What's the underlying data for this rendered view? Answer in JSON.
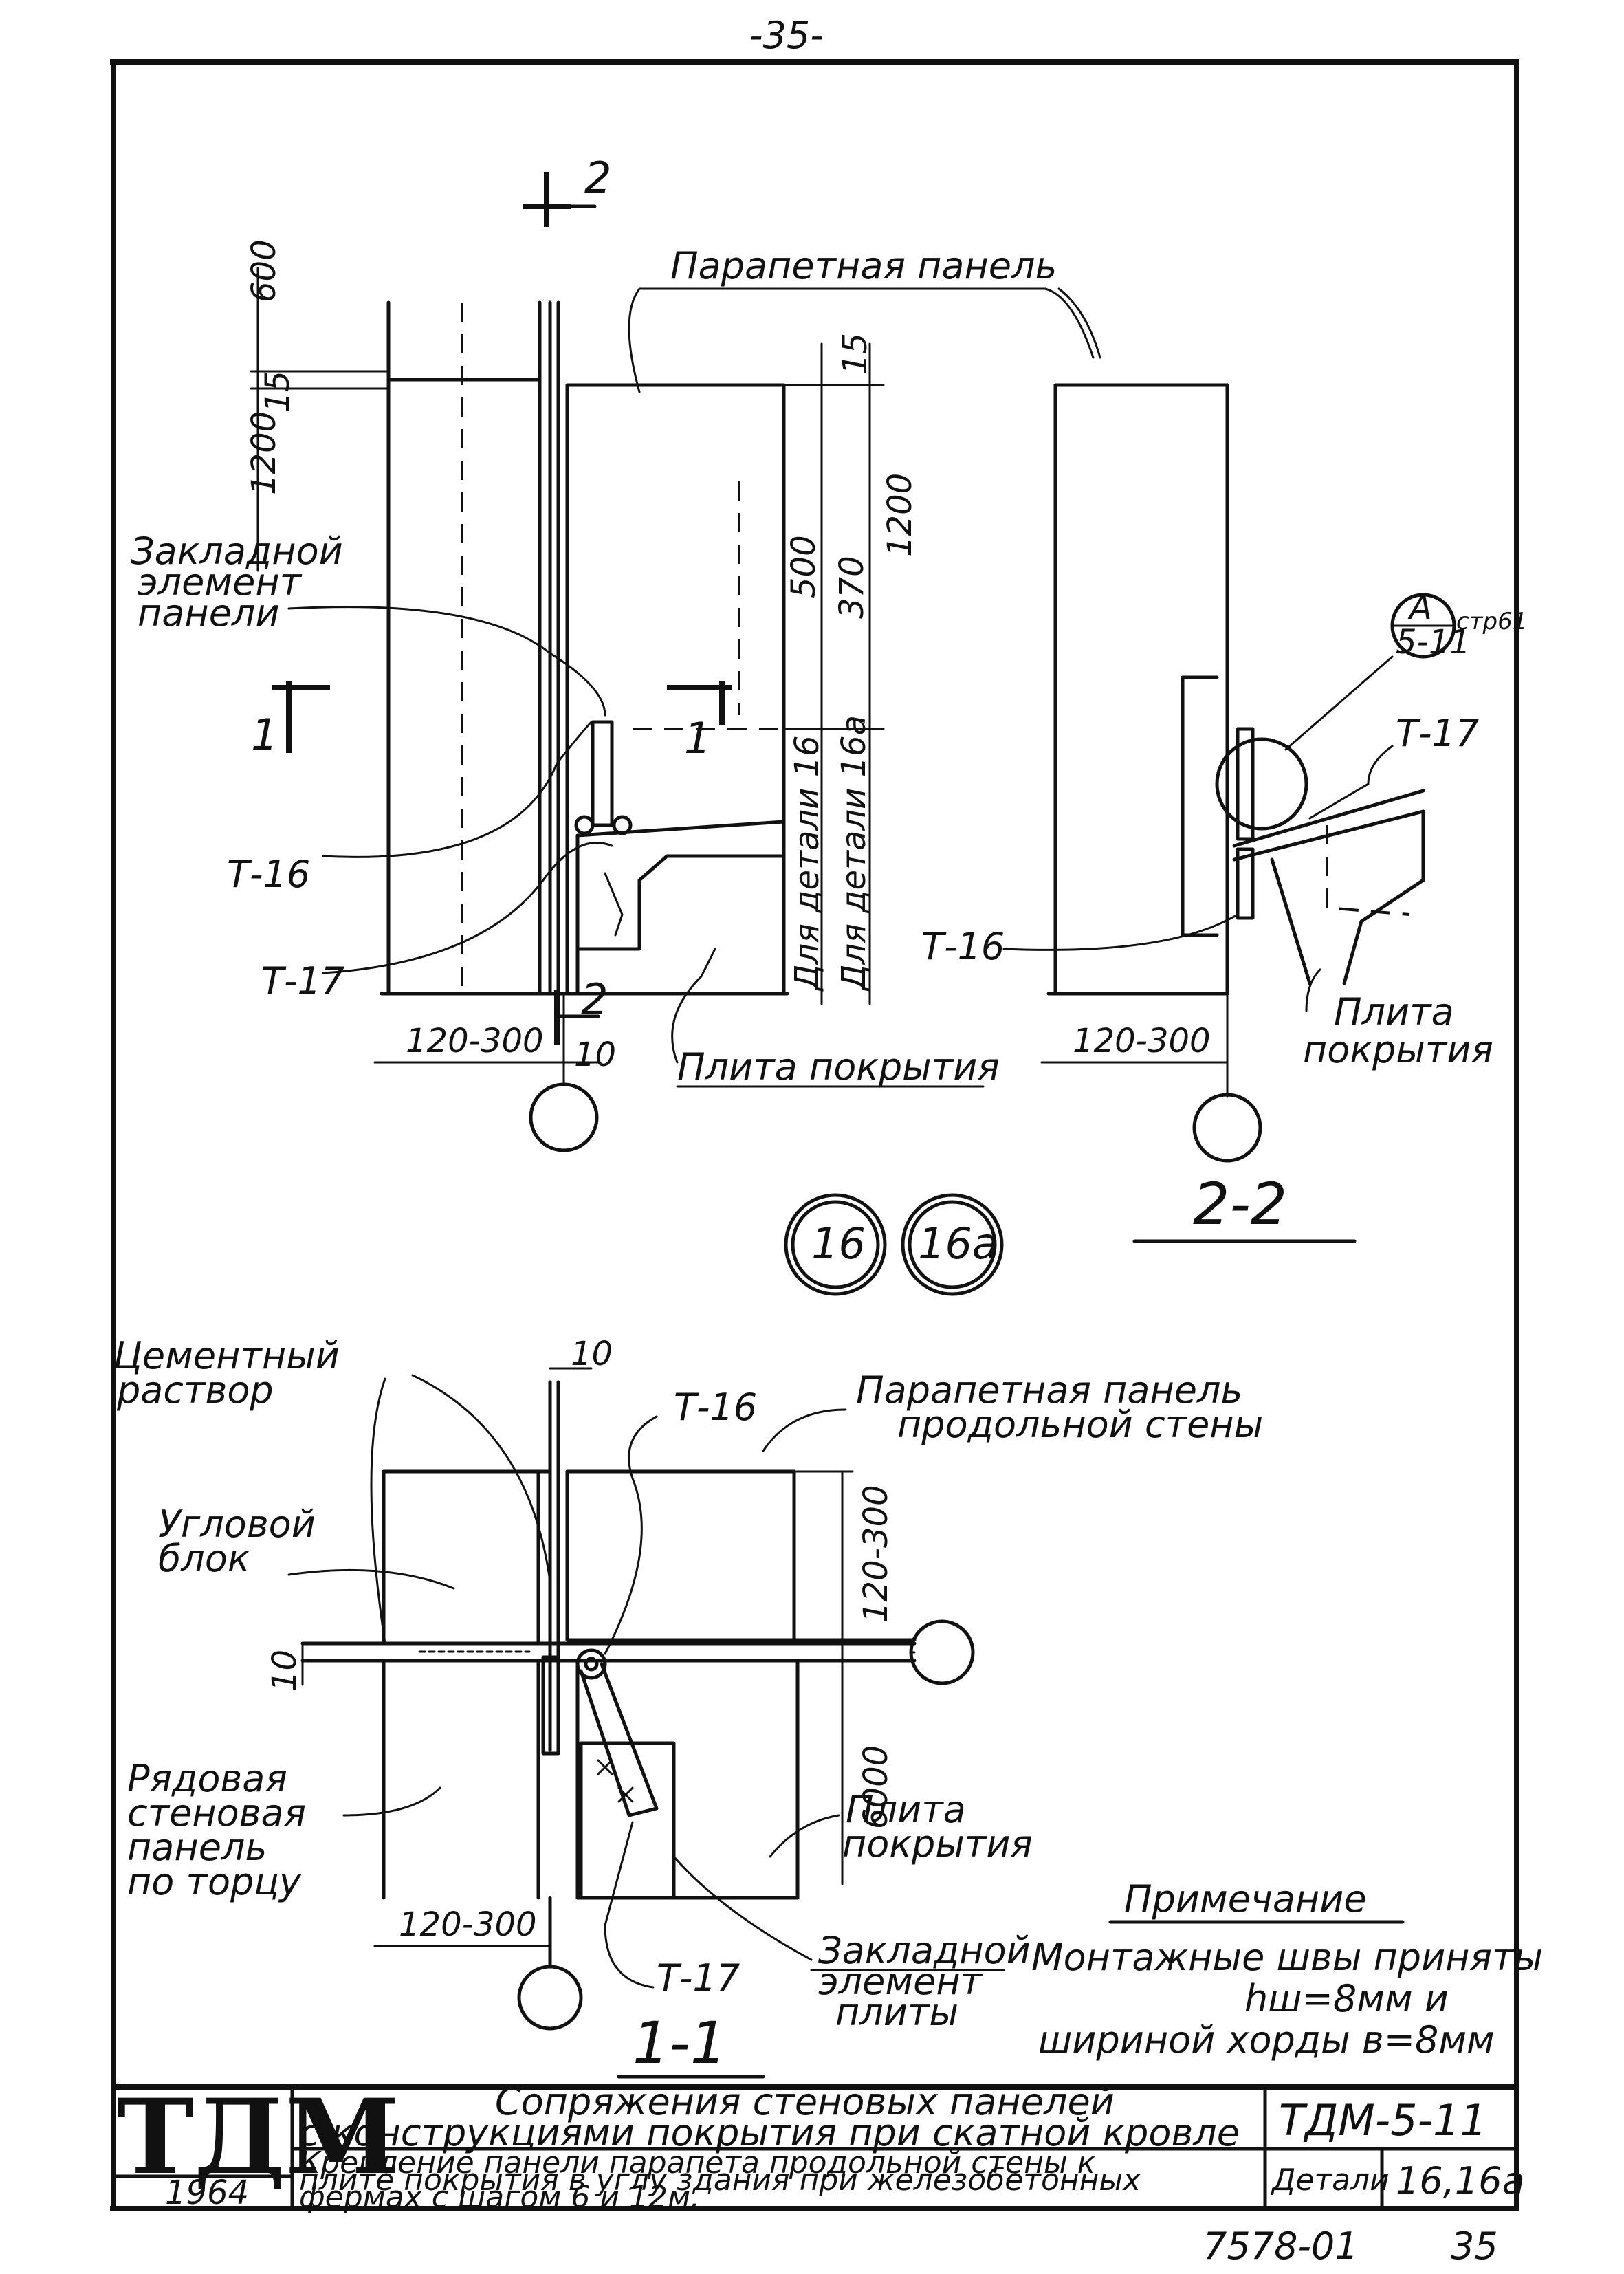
{
  "page": {
    "top_number": "-35-",
    "bottom_code": "7578-01",
    "bottom_page": "35"
  },
  "top_left_view": {
    "section_mark_top": "2",
    "section_mark_bottom": "2",
    "section_mark_left": "1",
    "section_mark_mid": "1",
    "dim_600": "600",
    "dim_15_left": "15",
    "dim_1200_left": "1200",
    "dim_15_right": "15",
    "dim_500": "500",
    "dim_370": "370",
    "dim_1200_right": "1200",
    "detail_16": "Для детали 16",
    "detail_16a": "Для детали 16а",
    "parapet_panel": "Парапетная панель",
    "embedded_element": [
      "Закладной",
      "элемент",
      "панели"
    ],
    "t16": "Т-16",
    "t17": "Т-17",
    "dim_120_300": "120-300",
    "dim_10": "10",
    "roof_slab": "Плита покрытия"
  },
  "view_2_2": {
    "callout_top": "А",
    "callout_bottom": "5-11",
    "callout_page": "стр61",
    "t17": "Т-17",
    "t16": "Т-16",
    "dim_120_300": "120-300",
    "roof_slab": [
      "Плита",
      "покрытия"
    ],
    "section_title": "2-2"
  },
  "detail_marks": [
    "16",
    "16а"
  ],
  "view_1_1": {
    "cement_mortar": [
      "Цементный",
      "раствор"
    ],
    "dim_10_top": "10",
    "t16": "Т-16",
    "parapet_long_wall": [
      "Парапетная панель",
      "продольной стены"
    ],
    "corner_block": [
      "Угловой",
      "блок"
    ],
    "dim_120_300_v": "120-300",
    "dim_10_left": "10",
    "dim_6000": "6000",
    "row_wall_panel": [
      "Рядовая",
      "стеновая",
      "панель",
      "по торцу"
    ],
    "roof_slab": [
      "Плита",
      "покрытия"
    ],
    "dim_120_300": "120-300",
    "t17": "Т-17",
    "embedded_slab": [
      "Закладной",
      "элемент",
      "плиты"
    ],
    "section_title": "1-1"
  },
  "note": {
    "title": "Примечание",
    "lines": [
      "Монтажные швы приняты",
      "hш=8мм и",
      "шириной хорды в=8мм"
    ]
  },
  "title_block": {
    "logo": "ТДМ",
    "year": "1964",
    "title_line1": "Сопряжения стеновых панелей",
    "title_line2": "с конструкциями покрытия при скатной кровле",
    "code": "ТДМ-5-11",
    "desc_line1": "Крепление панели парапета продольной стены к",
    "desc_line2": "плите покрытия в углу здания при железобетонных",
    "desc_line3": "фермах с шагом 6 и 12м.",
    "detail_label": "Детали",
    "detail_value": "16,16а"
  }
}
